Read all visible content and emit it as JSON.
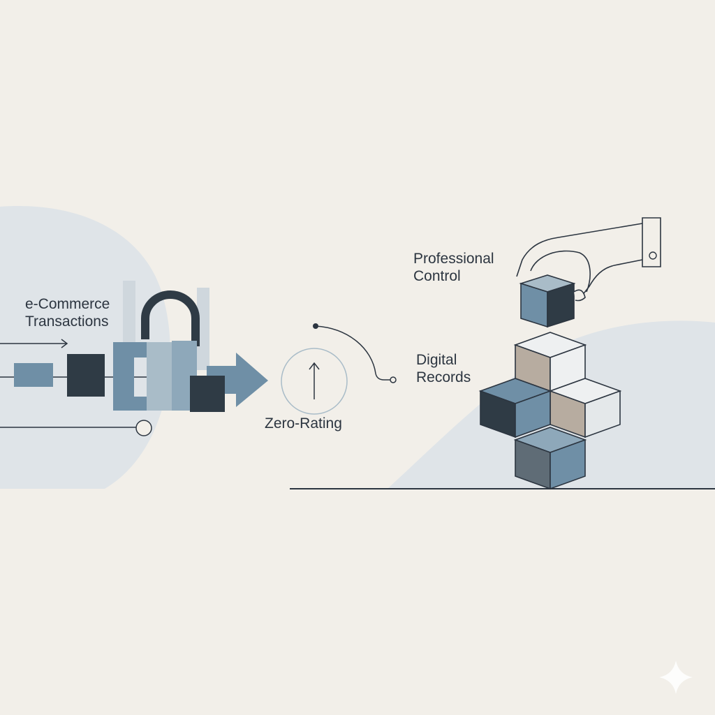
{
  "labels": {
    "ecommerce": [
      "e-Commerce",
      "Transactions"
    ],
    "zero_rating": "Zero-Rating",
    "professional": [
      "Professional",
      "Control"
    ],
    "digital": [
      "Digital",
      "Records"
    ]
  },
  "icons": [
    "padlock-icon",
    "arrow-right-icon",
    "arrow-up-icon",
    "hand-icon",
    "cube-icon",
    "sparkle-icon"
  ],
  "colors": {
    "background": "#f2efe9",
    "blob": "#dfe4e8",
    "slate": "#6f8fa6",
    "slate_light": "#a9bcc8",
    "dark": "#2f3b45",
    "beige": "#b7aca0",
    "line": "#2c3540"
  }
}
